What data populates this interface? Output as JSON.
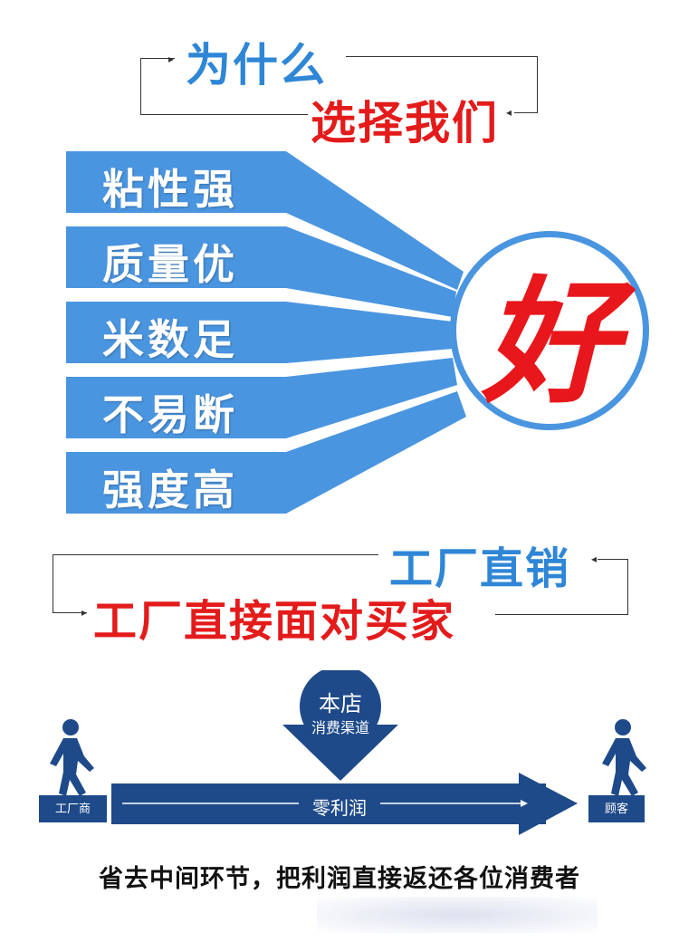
{
  "header": {
    "line1": "为什么",
    "line2": "选择我们"
  },
  "features": [
    "粘性强",
    "质量优",
    "米数足",
    "不易断",
    "强度高"
  ],
  "center_char": "好",
  "factory": {
    "line1": "工厂直销",
    "line2": "工厂直接面对买家"
  },
  "flow": {
    "store_line1": "本店",
    "store_line2": "消费渠道",
    "left_label": "工厂商",
    "arrow_label": "零利润",
    "right_label": "顾客"
  },
  "footer": "省去中间环节，把利润直接返还各位消费者",
  "colors": {
    "blue": "#2f86d6",
    "red": "#e41b1b",
    "dark_blue": "#1e4a8a",
    "bar_blue": "#4a95e0"
  }
}
